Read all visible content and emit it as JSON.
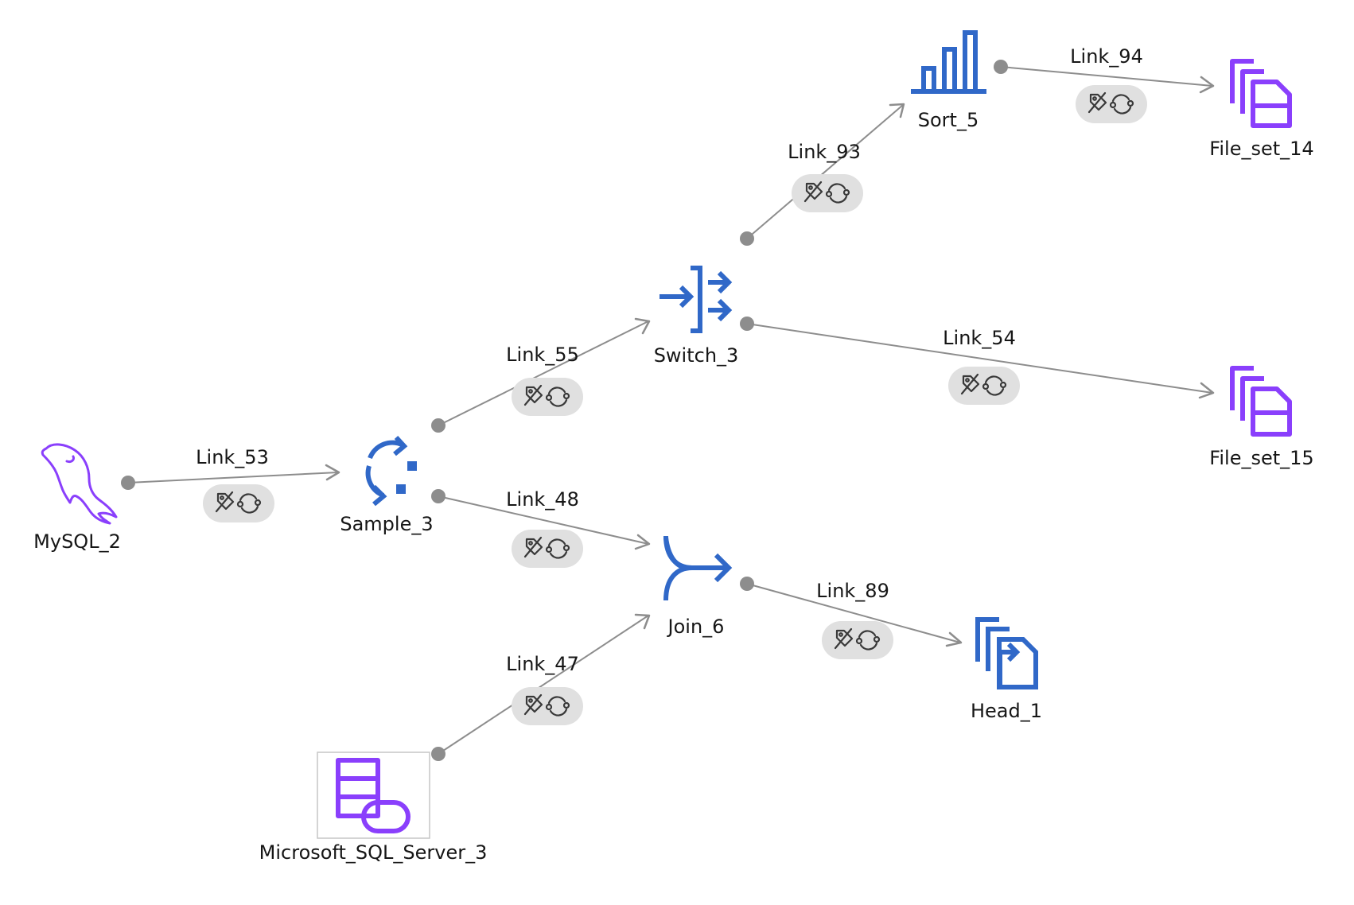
{
  "nodes": {
    "mysql": {
      "label": "MySQL_2",
      "icon": "mysql-dolphin-icon",
      "color": "#8a3ffc"
    },
    "sample": {
      "label": "Sample_3",
      "icon": "sample-icon",
      "color": "#3068c8"
    },
    "switch": {
      "label": "Switch_3",
      "icon": "switch-icon",
      "color": "#3068c8"
    },
    "sort": {
      "label": "Sort_5",
      "icon": "sort-bar-chart-icon",
      "color": "#3068c8"
    },
    "join": {
      "label": "Join_6",
      "icon": "join-icon",
      "color": "#3068c8"
    },
    "mssql": {
      "label": "Microsoft_SQL_Server_3",
      "icon": "database-icon",
      "color": "#8a3ffc"
    },
    "fileset14": {
      "label": "File_set_14",
      "icon": "file-set-icon",
      "color": "#8a3ffc"
    },
    "fileset15": {
      "label": "File_set_15",
      "icon": "file-set-icon",
      "color": "#8a3ffc"
    },
    "head": {
      "label": "Head_1",
      "icon": "head-file-icon",
      "color": "#3068c8"
    }
  },
  "links": {
    "l53": {
      "label": "Link_53",
      "from": "MySQL_2",
      "to": "Sample_3"
    },
    "l55": {
      "label": "Link_55",
      "from": "Sample_3",
      "to": "Switch_3"
    },
    "l48": {
      "label": "Link_48",
      "from": "Sample_3",
      "to": "Join_6"
    },
    "l93": {
      "label": "Link_93",
      "from": "Switch_3",
      "to": "Sort_5"
    },
    "l94": {
      "label": "Link_94",
      "from": "Sort_5",
      "to": "File_set_14"
    },
    "l54": {
      "label": "Link_54",
      "from": "Switch_3",
      "to": "File_set_15"
    },
    "l47": {
      "label": "Link_47",
      "from": "Microsoft_SQL_Server_3",
      "to": "Join_6"
    },
    "l89": {
      "label": "Link_89",
      "from": "Join_6",
      "to": "Head_1"
    }
  },
  "link_badge_icons": [
    "tag-off-icon",
    "refresh-icon"
  ],
  "colors": {
    "edge": "#8d8d8d",
    "pill": "#e0e0e0",
    "blue": "#3068c8",
    "purple": "#8a3ffc"
  }
}
